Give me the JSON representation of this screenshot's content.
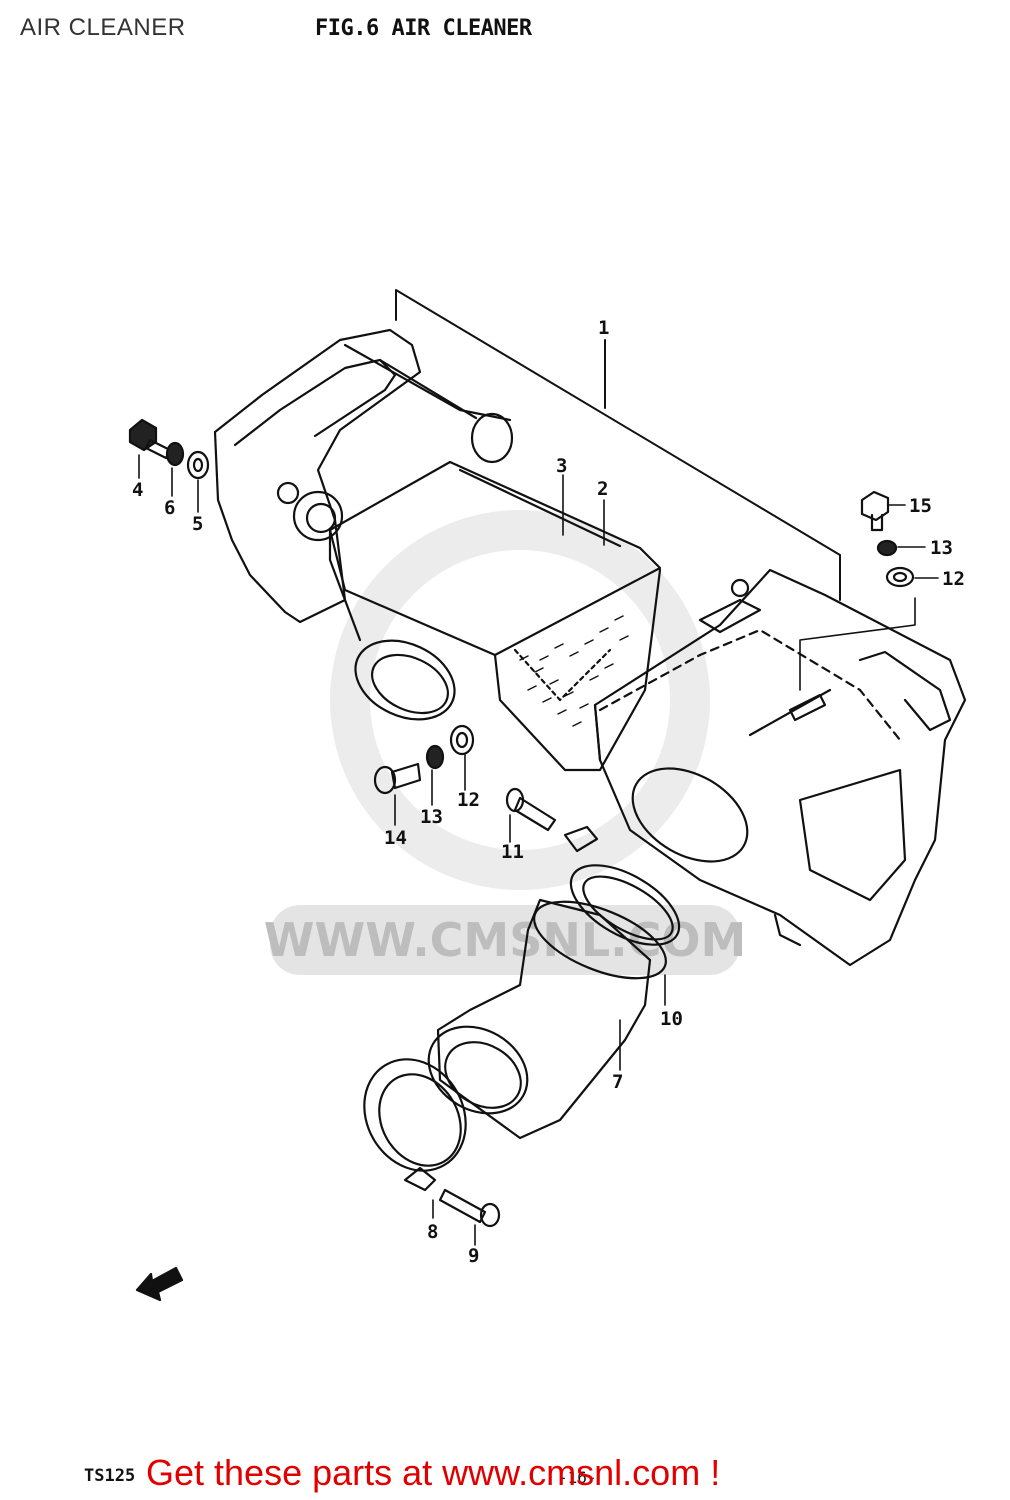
{
  "header": {
    "page_title": "AIR CLEANER",
    "figure_title": "FIG.6  AIR CLEANER"
  },
  "diagram": {
    "callouts": [
      {
        "id": "c1",
        "label": "1"
      },
      {
        "id": "c2",
        "label": "2"
      },
      {
        "id": "c3",
        "label": "3"
      },
      {
        "id": "c4",
        "label": "4"
      },
      {
        "id": "c5",
        "label": "5"
      },
      {
        "id": "c6",
        "label": "6"
      },
      {
        "id": "c7",
        "label": "7"
      },
      {
        "id": "c8",
        "label": "8"
      },
      {
        "id": "c9",
        "label": "9"
      },
      {
        "id": "c10",
        "label": "10"
      },
      {
        "id": "c11",
        "label": "11"
      },
      {
        "id": "c12a",
        "label": "12"
      },
      {
        "id": "c12b",
        "label": "12"
      },
      {
        "id": "c13a",
        "label": "13"
      },
      {
        "id": "c13b",
        "label": "13"
      },
      {
        "id": "c14",
        "label": "14"
      },
      {
        "id": "c15",
        "label": "15"
      }
    ],
    "watermark": "WWW.CMSNL.COM",
    "front_arrow_icon": "front-direction-arrow-icon"
  },
  "footer": {
    "model_code": "TS125",
    "page_number": "-16-",
    "cta": "Get these parts at www.cmsnl.com !"
  },
  "colors": {
    "line": "#111111",
    "cta": "#e00000",
    "watermark": "#d8d8d8"
  }
}
